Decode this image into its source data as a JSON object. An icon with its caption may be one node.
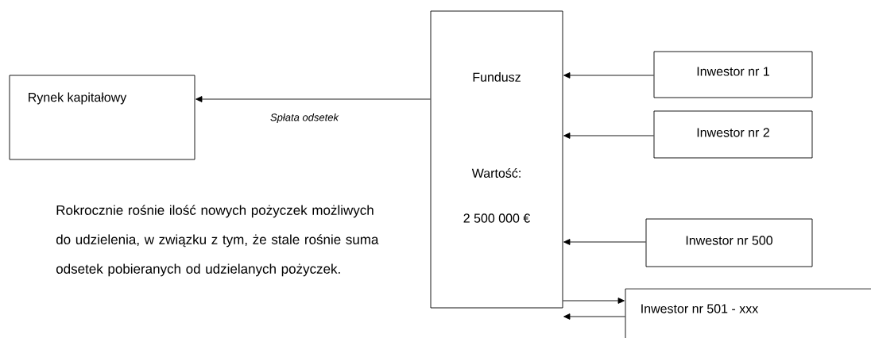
{
  "diagram": {
    "nodes": [
      {
        "text": [
          "Rynek kapitałowy"
        ]
      },
      {
        "text": [
          "Fundusz",
          "Wartość:",
          "2 500 000 €"
        ]
      },
      {
        "text": [
          "Inwestor nr 1"
        ]
      },
      {
        "text": [
          "Inwestor nr 2"
        ]
      },
      {
        "text": [
          "Inwestor nr 500"
        ]
      },
      {
        "text": [
          "Inwestor nr 501 - xxx"
        ]
      }
    ],
    "edges": [
      {
        "from": 1,
        "to": 0,
        "arrow": "to",
        "label": "Spłata odsetek"
      },
      {
        "from": 2,
        "to": 1,
        "arrow": "to"
      },
      {
        "from": 3,
        "to": 1,
        "arrow": "to"
      },
      {
        "from": 4,
        "to": 1,
        "arrow": "to"
      },
      {
        "from": 1,
        "to": 5,
        "arrow": "to"
      },
      {
        "from": 5,
        "to": 1,
        "arrow": "to"
      }
    ],
    "labels": [
      "Rokrocznie rośnie ilość nowych pożyczek możliwych do udzielenia, w związku z tym, że stale rośnie suma odsetek pobieranych od udzielanych pożyczek."
    ]
  }
}
